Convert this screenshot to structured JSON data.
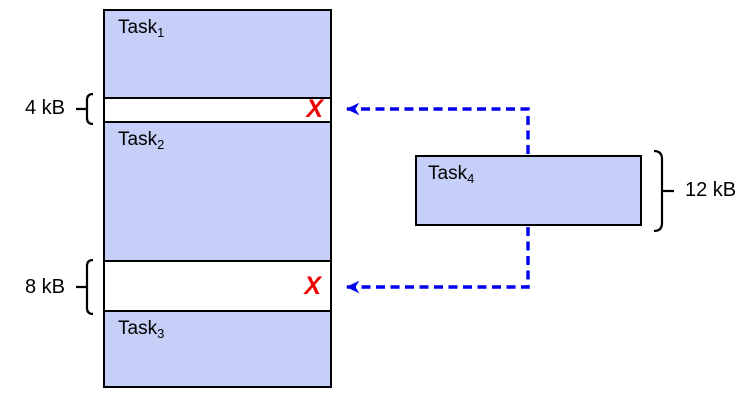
{
  "colors": {
    "block_fill": "#C5CFF7",
    "arrow_blue": "#0000EE",
    "cross_red": "#EE0000",
    "line_black": "#000000"
  },
  "memory": {
    "blocks": [
      {
        "label": "Task",
        "sub": "1"
      },
      {
        "label": "Task",
        "sub": "2"
      },
      {
        "label": "Task",
        "sub": "3"
      }
    ],
    "gaps": [
      {
        "size": "4 kB",
        "cross": "X"
      },
      {
        "size": "8 kB",
        "cross": "X"
      }
    ]
  },
  "new_task": {
    "label": "Task",
    "sub": "4",
    "size": "12 kB"
  }
}
